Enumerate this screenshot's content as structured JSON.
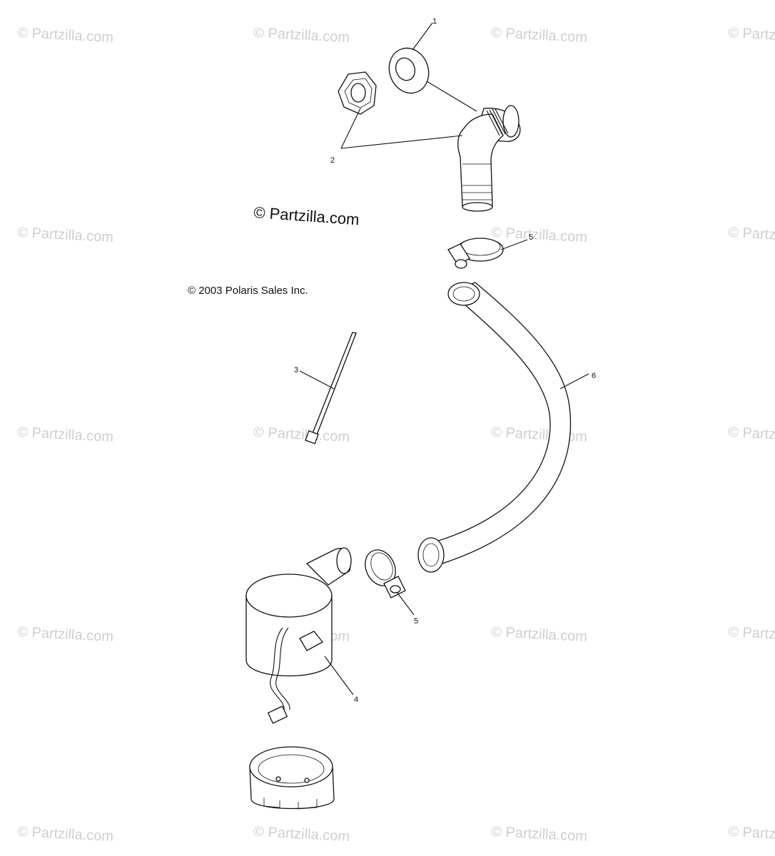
{
  "watermark": "© Partzilla.com",
  "brand_mark": "© Partzilla.com",
  "copyright": "© 2003 Polaris Sales Inc.",
  "callouts": {
    "c1": "1",
    "c2": "2",
    "c3": "3",
    "c4": "4",
    "c5a": "5",
    "c5b": "5",
    "c6": "6"
  }
}
